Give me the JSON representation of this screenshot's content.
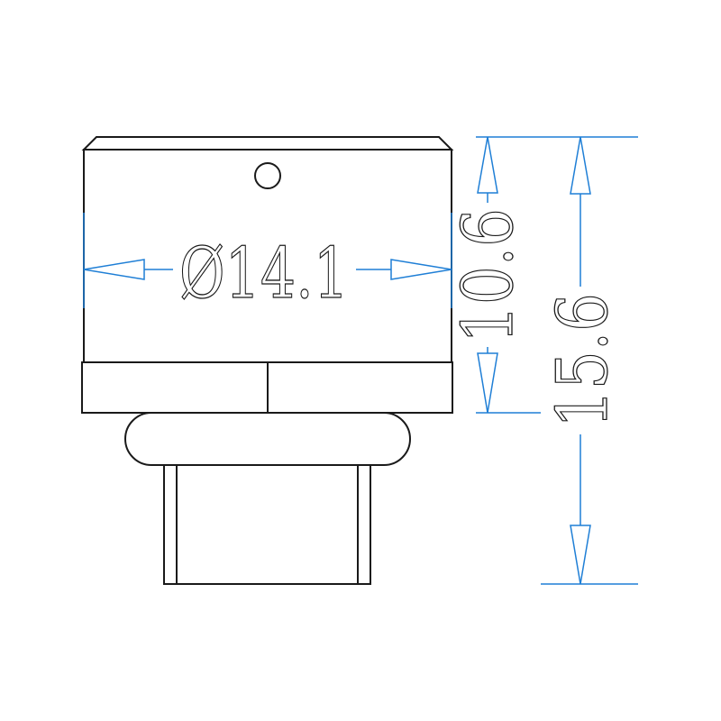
{
  "dimensions": {
    "diameter": "Ø14.1",
    "upper_height": "10.6",
    "total_height": "15.6"
  },
  "colors": {
    "outline": "#1a1a1a",
    "dimension": "#1f7fd6",
    "background": "#ffffff"
  }
}
